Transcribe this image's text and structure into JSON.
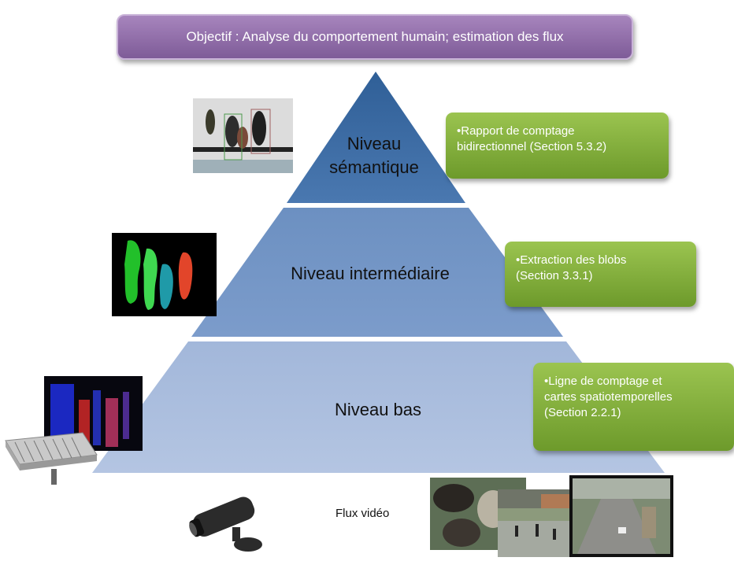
{
  "objective": "Objectif : Analyse du comportement humain; estimation des flux",
  "levels": {
    "top": [
      "Niveau",
      "sémantique"
    ],
    "middle": "Niveau intermédiaire",
    "low": "Niveau bas"
  },
  "notes": {
    "top": [
      "•Rapport de comptage",
      "bidirectionnel (Section 5.3.2)"
    ],
    "middle": [
      "•Extraction des blobs",
      "(Section 3.3.1)"
    ],
    "low": [
      "•Ligne de comptage et",
      "cartes spatiotemporelles",
      "(Section  2.2.1)"
    ]
  },
  "video_label": "Flux vidéo",
  "colors": {
    "objective": "#8f6aa8",
    "tier_top": "#3d6ea7",
    "tier_middle": "#6f93c4",
    "tier_low": "#a6bbdd",
    "note": "#86b23d"
  }
}
